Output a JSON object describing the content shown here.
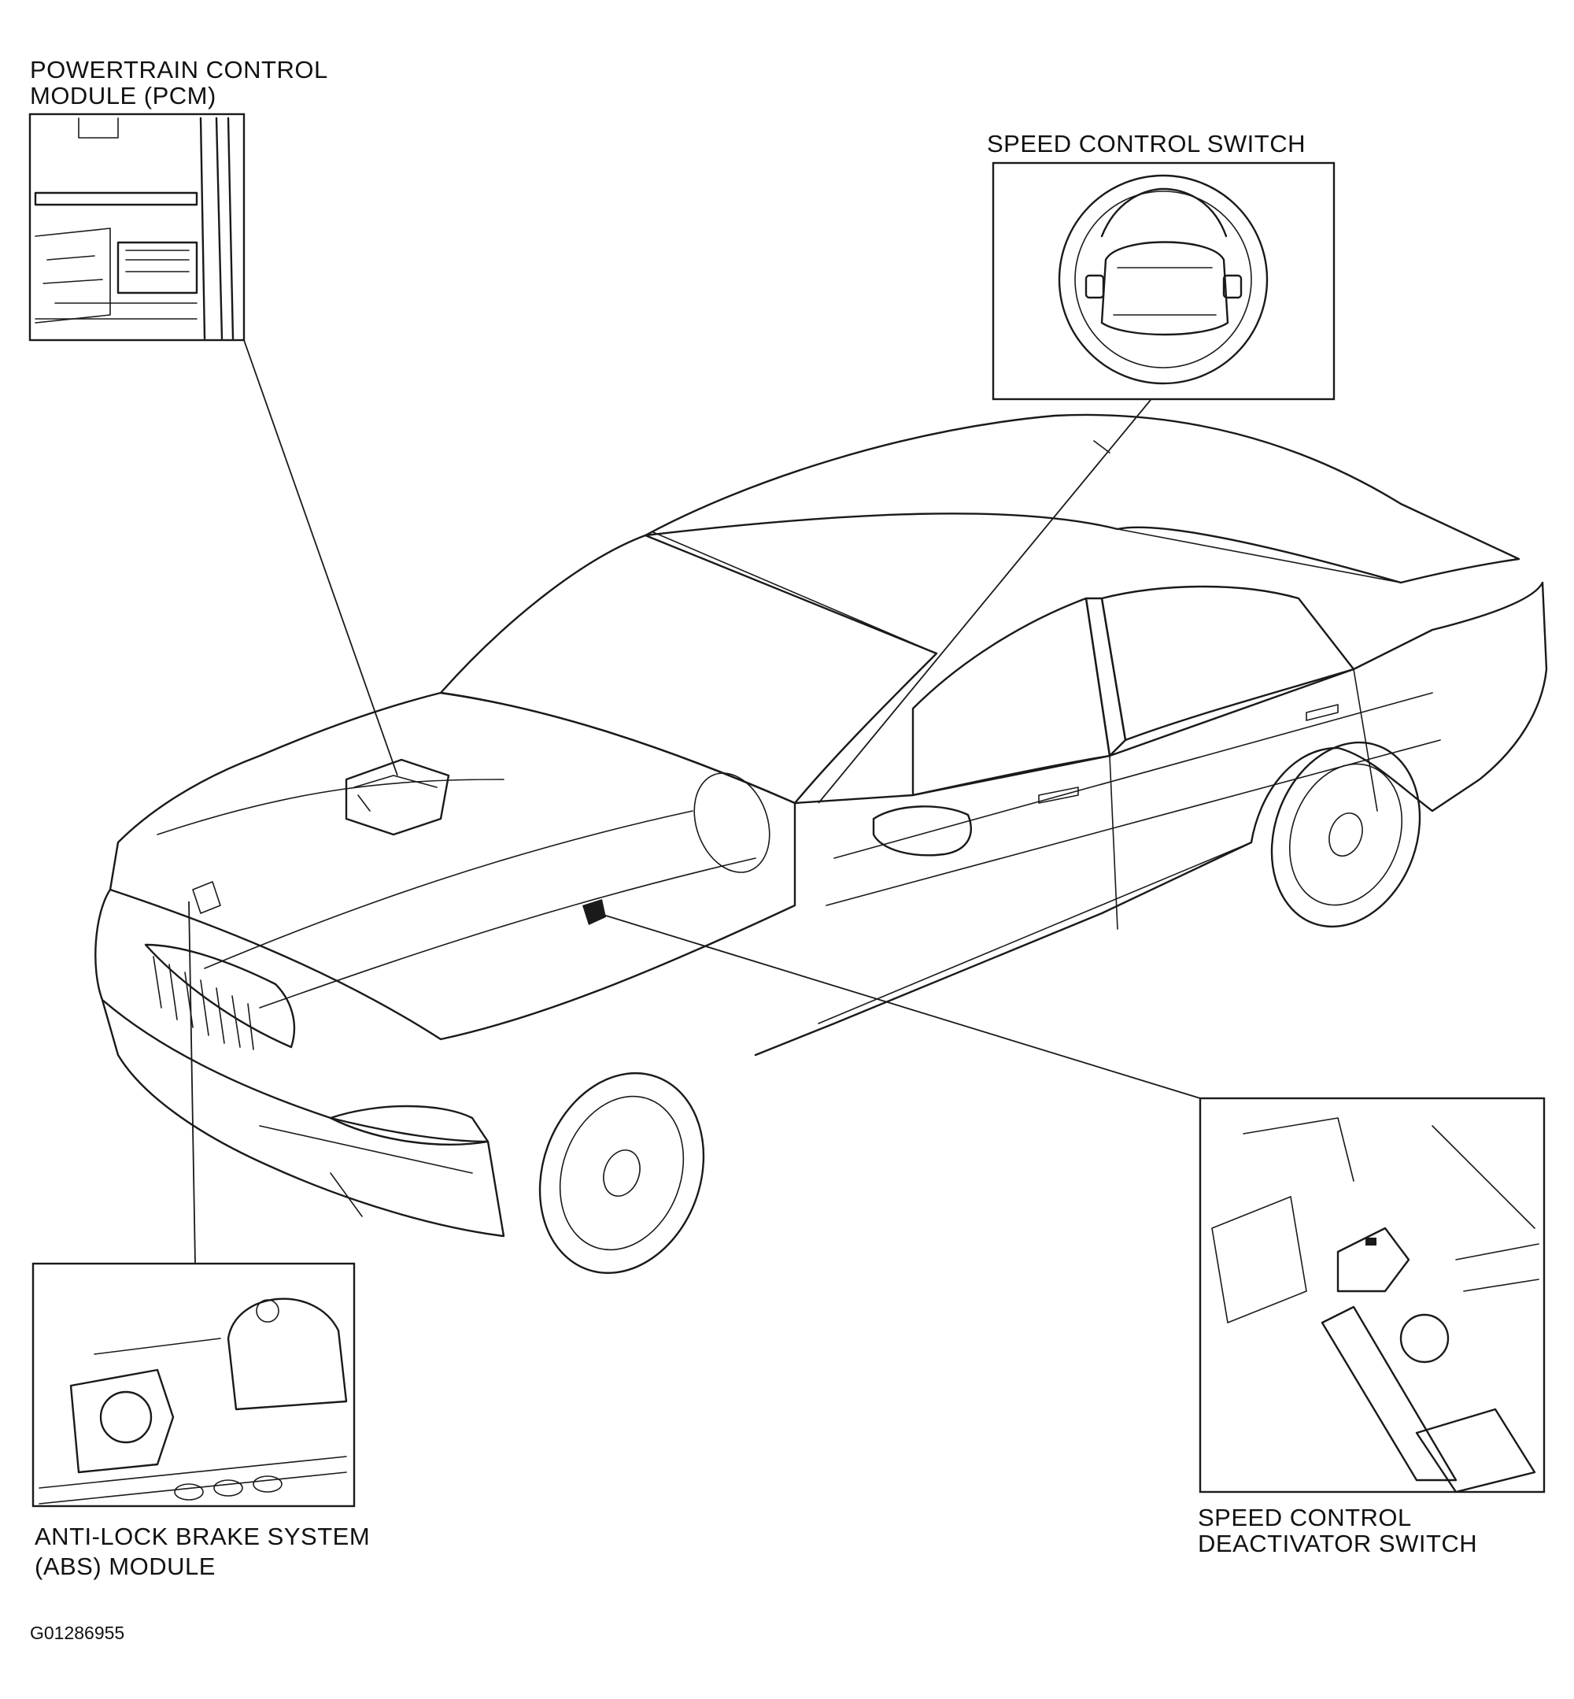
{
  "labels": {
    "pcm_line1": "POWERTRAIN CONTROL",
    "pcm_line2": "MODULE (PCM)",
    "speed_switch": "SPEED CONTROL SWITCH",
    "abs_line1": "ANTI-LOCK BRAKE SYSTEM",
    "abs_line2": "(ABS) MODULE",
    "deact_line1": "SPEED CONTROL",
    "deact_line2": "DEACTIVATOR SWITCH"
  },
  "figure_id": "G01286955"
}
